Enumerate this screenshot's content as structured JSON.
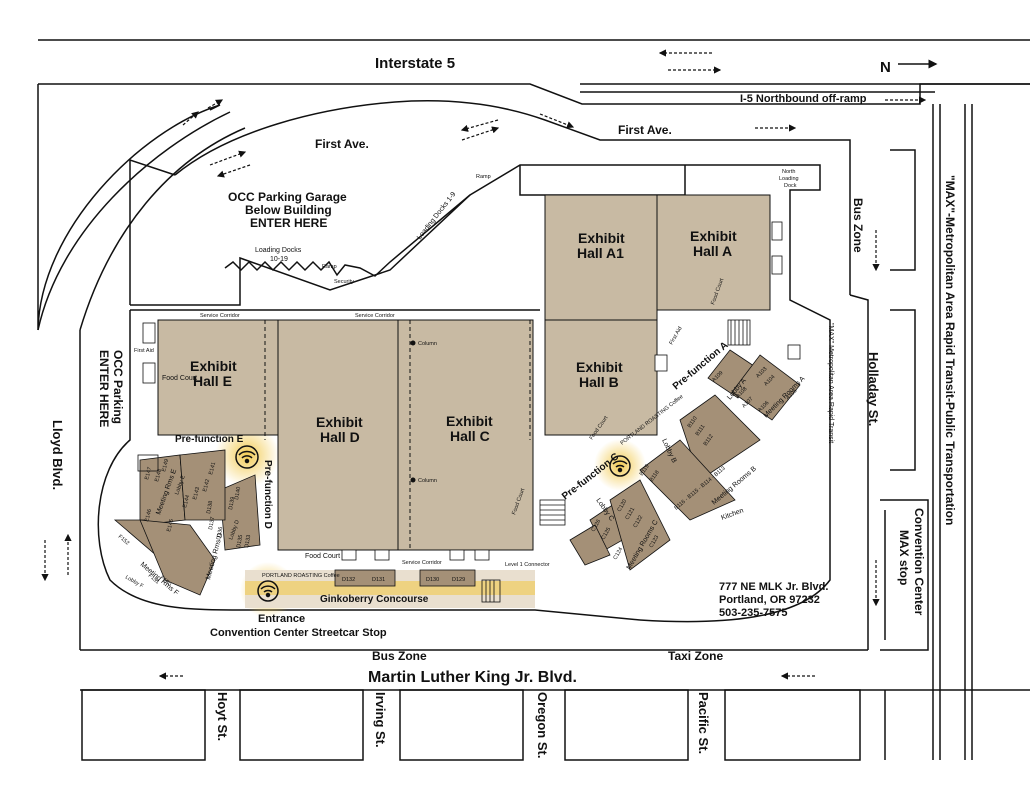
{
  "streets": {
    "interstate": "Interstate 5",
    "offramp": "I-5 Northbound off-ramp",
    "first_ave_left": "First Ave.",
    "first_ave_right": "First Ave.",
    "mlk": "Martin Luther King Jr. Blvd.",
    "lloyd": "Lloyd Blvd.",
    "holladay": "Holladay St.",
    "hoyt": "Hoyt St.",
    "irving": "Irving St.",
    "oregon": "Oregon St.",
    "pacific": "Pacific St.",
    "max_line": "\"MAX\"-Metropolitan Area Rapid Transit-Public Transportation",
    "max_inner": "\"MAX\" Metropolitan Area Rapid Transit"
  },
  "compass": {
    "north": "N"
  },
  "zones": {
    "bus_zone_bottom": "Bus Zone",
    "taxi_zone": "Taxi Zone",
    "bus_zone_right": "Bus Zone",
    "max_stop_line1": "Convention Center",
    "max_stop_line2": "MAX stop"
  },
  "parking": {
    "garage_line1": "OCC Parking Garage",
    "garage_line2": "Below Building",
    "garage_line3": "ENTER HERE",
    "side_line1": "OCC Parking",
    "side_line2": "ENTER HERE"
  },
  "docks": {
    "loading_10_19_a": "Loading Docks",
    "loading_10_19_b": "10-19",
    "loading_1_9": "Loading Docks 1-9",
    "ramp_top": "Ramp",
    "ramp_bottom": "Ramp",
    "security": "Security",
    "north_dock_1": "North",
    "north_dock_2": "Loading",
    "north_dock_3": "Dock"
  },
  "halls": {
    "a1_line1": "Exhibit",
    "a1_line2": "Hall A1",
    "a_line1": "Exhibit",
    "a_line2": "Hall A",
    "b_line1": "Exhibit",
    "b_line2": "Hall B",
    "c_line1": "Exhibit",
    "c_line2": "Hall C",
    "d_line1": "Exhibit",
    "d_line2": "Hall D",
    "e_line1": "Exhibit",
    "e_line2": "Hall E"
  },
  "areas": {
    "prefunction_a": "Pre-function A",
    "prefunction_c": "Pre-function C",
    "prefunction_d": "Pre-function D",
    "prefunction_e": "Pre-function E",
    "lobby_a": "Lobby A",
    "lobby_b": "Lobby B",
    "lobby_c": "Lobby C",
    "lobby_d": "Lobby D",
    "lobby_e": "Lobby E",
    "lobby_f": "Lobby F",
    "kitchen": "Kitchen",
    "ginkoberry": "Ginkoberry Concourse",
    "entrance": "Entrance",
    "streetcar": "Convention Center Streetcar Stop",
    "service_corridor": "Service Corridor",
    "column": "Column",
    "food_court": "Food Court",
    "first_aid": "First Aid",
    "level1_connector": "Level 1 Connector",
    "coffee": "PORTLAND ROASTING Coffee"
  },
  "meeting_rooms": {
    "a": "Meeting Rooms A",
    "b": "Meeting Rooms B",
    "c": "Meeting Rooms C",
    "d": "Meeting Rms D",
    "e": "Meeting Rms E",
    "f": "Meeting Rms F"
  },
  "rooms": {
    "a_row": [
      "A103",
      "A104",
      "A105",
      "A106",
      "A107",
      "A108",
      "A109"
    ],
    "b_row": [
      "B110",
      "B111",
      "B112",
      "B115",
      "B116",
      "B117",
      "B118",
      "B119"
    ],
    "b_wide": "B116 - B115 - B114 - B113",
    "c_row": [
      "C120",
      "C121",
      "C122",
      "C123",
      "C124",
      "C125",
      "C126"
    ],
    "d_row": [
      "D132",
      "D131",
      "D130",
      "D129"
    ],
    "d_col": [
      "D133",
      "D135",
      "D136",
      "D137",
      "D138",
      "D139",
      "D140"
    ],
    "e_col": [
      "E141",
      "E142",
      "E143",
      "E144",
      "E145",
      "E146",
      "E147",
      "E148",
      "E149"
    ],
    "f_col": [
      "F150",
      "F151",
      "F152"
    ]
  },
  "address": {
    "line1": "777 NE MLK Jr. Blvd.",
    "line2": "Portland, OR 97232",
    "line3": "503-235-7575"
  },
  "colors": {
    "hall_fill": "#c8baa3",
    "room_fill": "#a49077",
    "wifi_glow": "#f2c94c",
    "concourse_fill": "#e9dfcf",
    "outline": "#111111"
  },
  "icons": [
    "wifi-icon",
    "restroom-icon",
    "food-icon",
    "elevator-icon",
    "stairs-icon"
  ]
}
